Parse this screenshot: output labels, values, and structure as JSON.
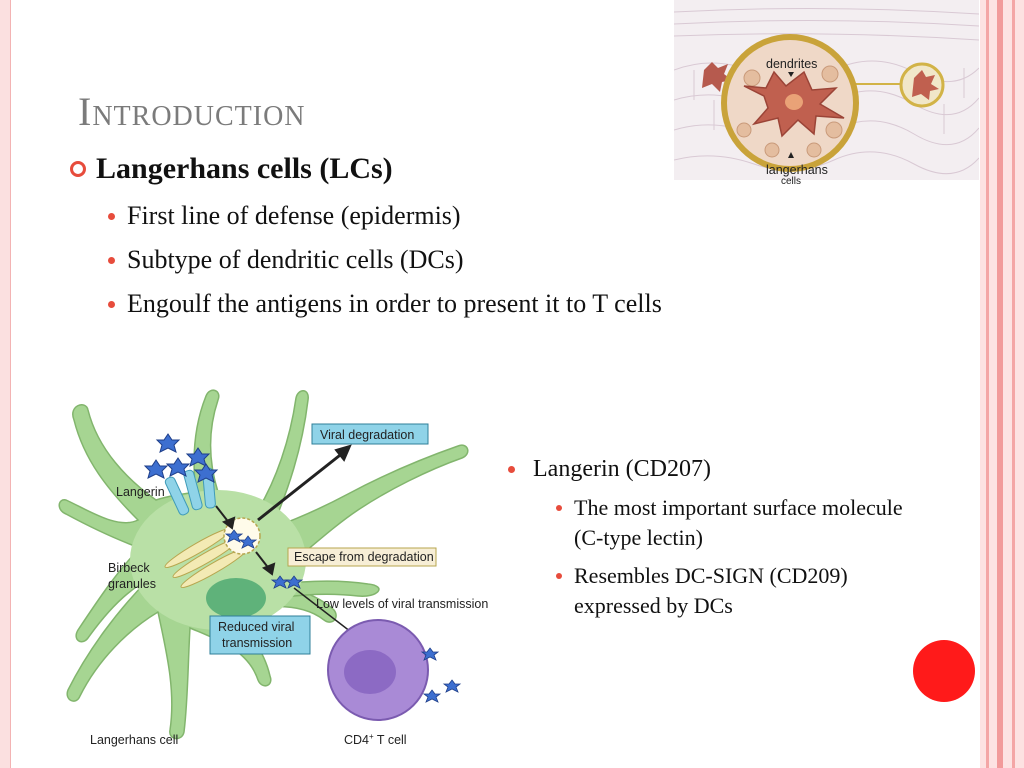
{
  "slide": {
    "title": "Introduction",
    "bullet1": "Langerhans cells (LCs)",
    "sub": [
      "First line of defense (epidermis)",
      "Subtype of dendritic cells (DCs)",
      "Engoulf the antigens in order to present it to T cells"
    ],
    "right": {
      "head": "Langerin (CD207)",
      "items": [
        "The most important  surface molecule (C-type lectin)",
        "Resembles DC-SIGN (CD209) expressed by DCs"
      ]
    }
  },
  "skin_image": {
    "dendrites": "dendrites",
    "langerhans": "langerhans",
    "cells": "cells"
  },
  "diagram": {
    "viral_degradation": "Viral degradation",
    "langerin": "Langerin",
    "escape": "Escape from degradation",
    "birbeck1": "Birbeck",
    "birbeck2": "granules",
    "low_levels": "Low levels of viral transmission",
    "reduced1": "Reduced viral",
    "reduced2": "transmission",
    "langerhans_cell": "Langerhans cell",
    "cd4": "CD4",
    "cd4_sup": "+",
    "t_cell": " T cell"
  },
  "colors": {
    "accent_red": "#e74c3c",
    "title_gray": "#7b7b7b",
    "cell_green": "#9bd08a",
    "tcell_purple": "#a98ad6",
    "box_blue": "#8fd3e8"
  }
}
